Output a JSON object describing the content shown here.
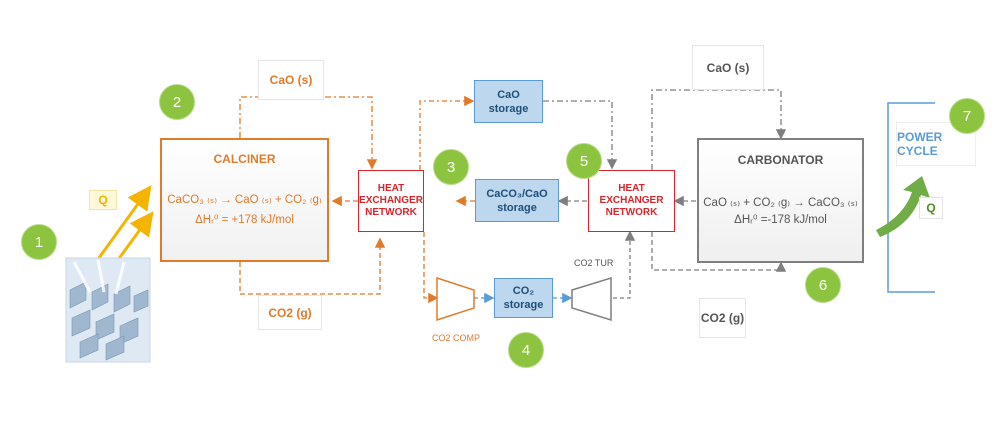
{
  "colors": {
    "calciner": "#e07b2a",
    "hx": "#d9252b",
    "storage_fill": "#bdd7ee",
    "storage_border": "#5b9bd5",
    "carbonator": "#7f7f7f",
    "badge": "#8cc43f",
    "power": "#5b9bd5",
    "heat_q": "#f4b400"
  },
  "icons": [
    "solar-field-image",
    "compressor-icon",
    "turbine-icon",
    "heat-arrow-icon"
  ],
  "badges": [
    "1",
    "2",
    "3",
    "4",
    "5",
    "6",
    "7"
  ],
  "calciner": {
    "title": "CALCINER",
    "reaction": "CaCO₃ ₍ₛ₎ → CaO ₍ₛ₎ + CO₂ ₍g₎",
    "enthalpy": "ΔHᵣ⁰ = +178 kJ/mol"
  },
  "carbonator": {
    "title": "CARBONATOR",
    "reaction": "CaO ₍ₛ₎ + CO₂ ₍g₎ → CaCO₃ ₍ₛ₎",
    "enthalpy": "ΔHᵣ⁰ =-178 kJ/mol"
  },
  "hx_left": {
    "line1": "HEAT",
    "line2": "EXCHANGER",
    "line3": "NETWORK"
  },
  "hx_right": {
    "line1": "HEAT",
    "line2": "EXCHANGER",
    "line3": "NETWORK"
  },
  "storage_cao": {
    "line1": "CaO",
    "line2": "storage"
  },
  "storage_caco3": {
    "line1": "CaCO₃/CaO",
    "line2": "storage"
  },
  "storage_co2": {
    "line1": "CO₂",
    "line2": "storage"
  },
  "labels": {
    "cao_left": "CaO (s)",
    "co2_left": "CO2 (g)",
    "cao_right": "CaO (s)",
    "co2_right": "CO2 (g)",
    "co2_comp": "CO2 COMP",
    "co2_tur": "CO2 TUR",
    "q_left": "Q",
    "q_right": "Q",
    "power_cycle": "POWER CYCLE"
  }
}
